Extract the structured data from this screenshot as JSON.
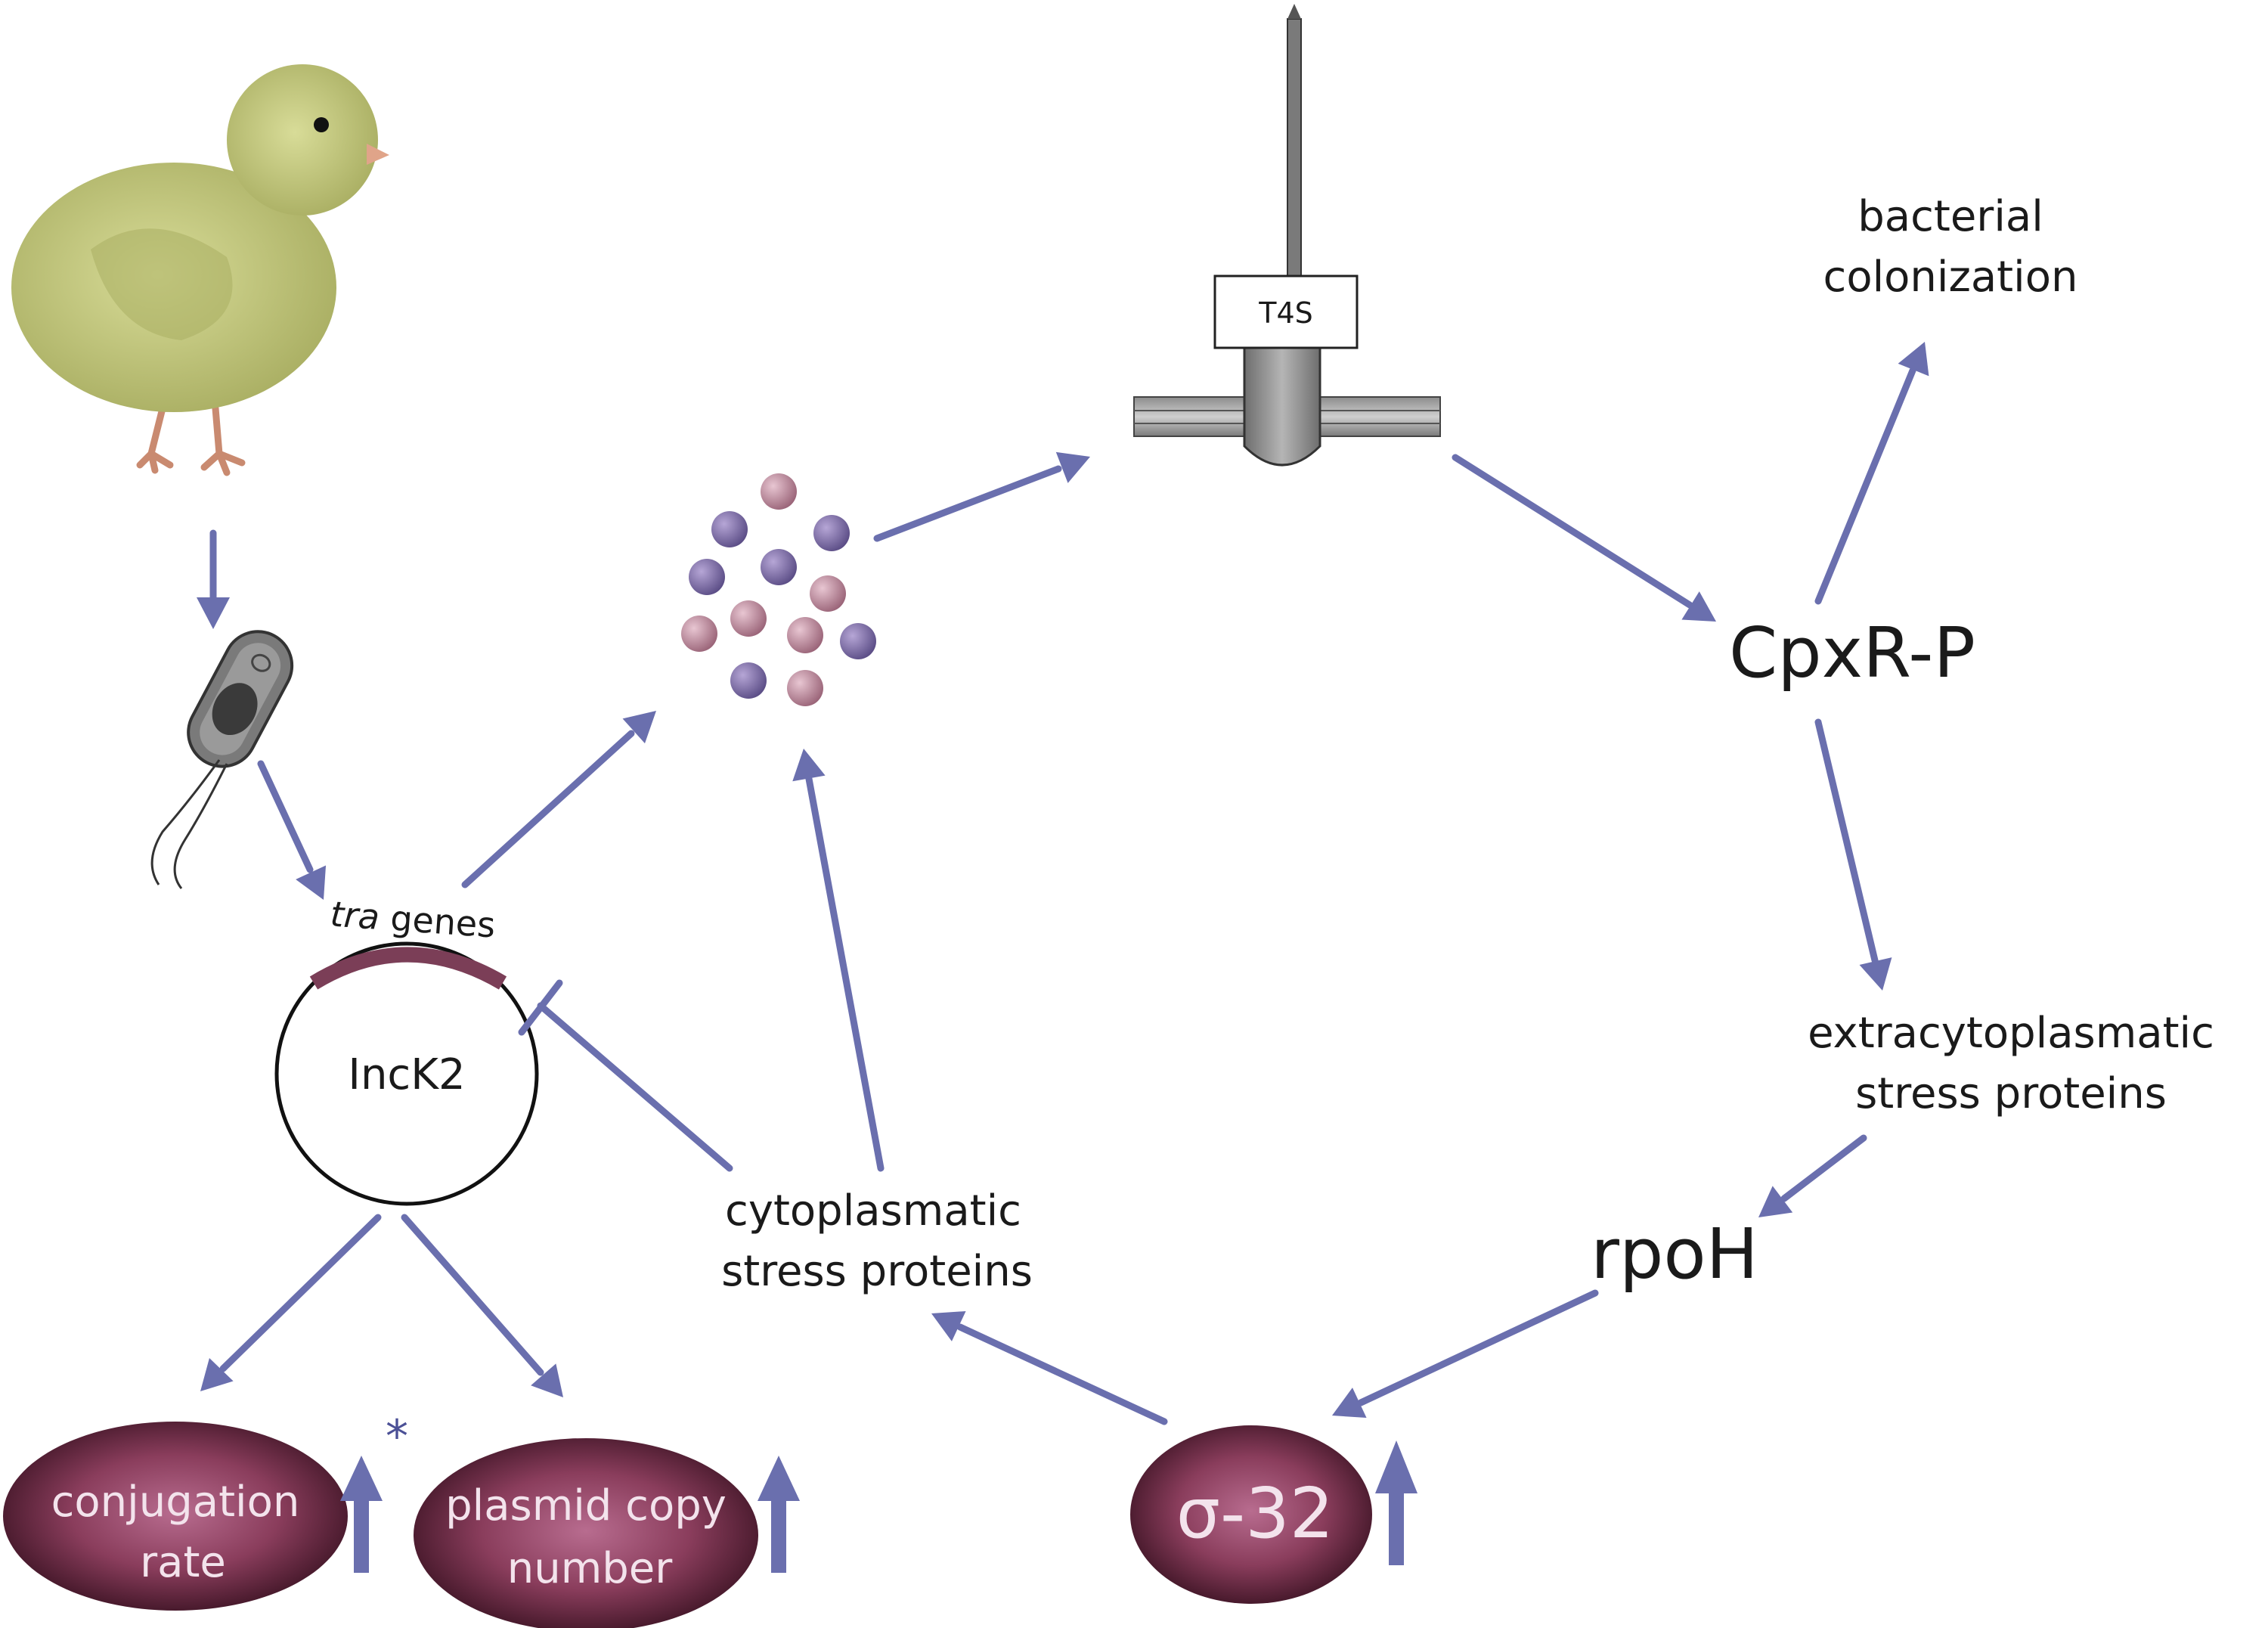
{
  "colors": {
    "arrow": "#6a6fae",
    "ellipse_dark": "#3f1526",
    "ellipse_light": "#b86c8f",
    "tra_arc": "#7b3e57",
    "chick": "#c9cf86",
    "text": "#1a1a1a"
  },
  "labels": {
    "t4s": "T4S",
    "bacterial_colonization_1": "bacterial",
    "bacterial_colonization_2": "colonization",
    "cpxr": "CpxR-P",
    "extracyto_1": "extracytoplasmatic",
    "extracyto_2": "stress proteins",
    "rpoh": "rpoH",
    "cyto_1": "cytoplasmatic",
    "cyto_2": "stress proteins",
    "tra_italic": "tra",
    "tra_genes": "genes",
    "plasmid": "IncK2",
    "asterisk": "*"
  },
  "nodes": {
    "conjugation_1": "conjugation",
    "conjugation_2": "rate",
    "plasmid_copy_1": "plasmid copy",
    "plasmid_copy_2": "number",
    "sigma": "σ-32"
  },
  "icons": {
    "chick": "chick-icon",
    "bacterium": "bacterium-icon",
    "molecules": "molecule-cluster-icon",
    "pilus": "t4s-pilus-icon",
    "up_arrow": "up-arrow-icon"
  }
}
